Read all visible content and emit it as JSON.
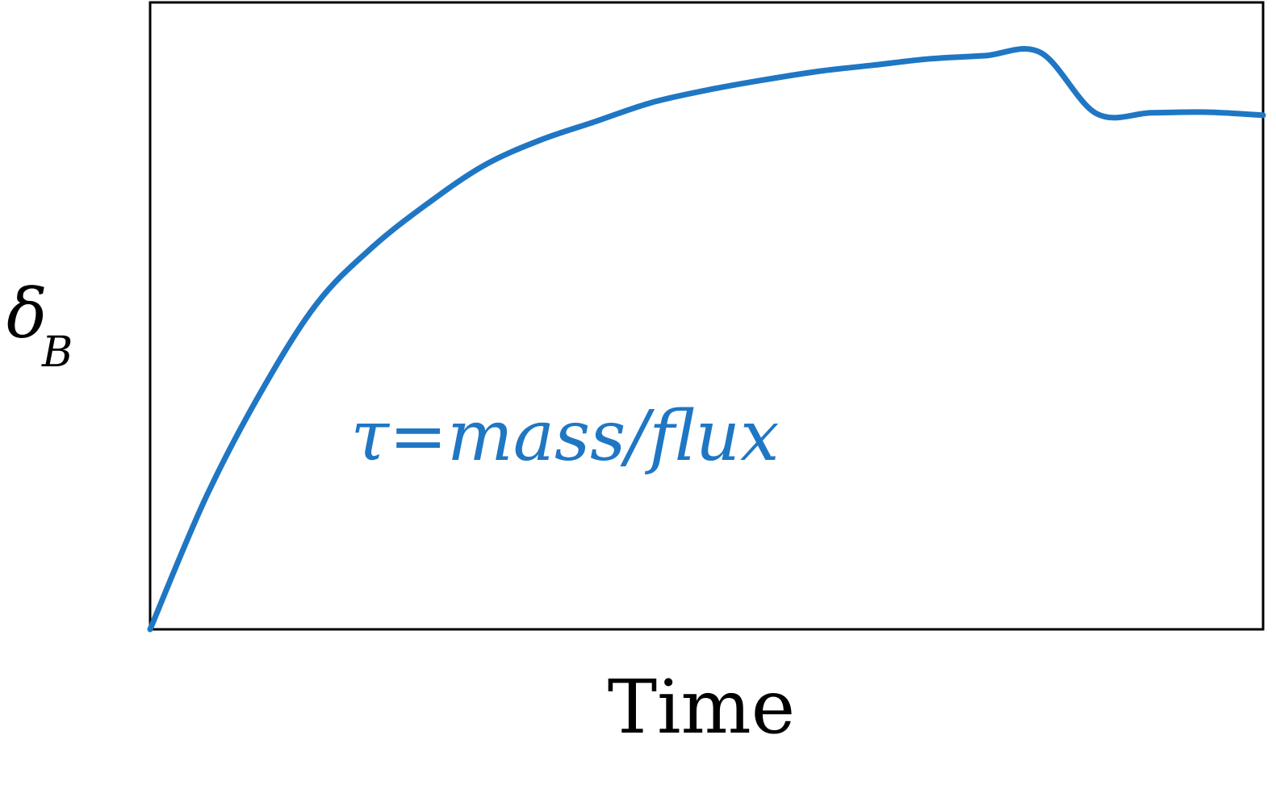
{
  "chart_data": {
    "type": "line",
    "title": "",
    "xlabel": "Time",
    "ylabel": {
      "symbol": "δ",
      "subscript": "B"
    },
    "annotation": "τ=mass/flux",
    "x_ticks": [],
    "y_ticks": [],
    "grid": false,
    "legend": "none",
    "xlim": [
      0,
      1
    ],
    "ylim": [
      0,
      1
    ],
    "series": [
      {
        "color": "#1f77c4",
        "x": [
          0.0,
          0.05,
          0.1,
          0.15,
          0.2,
          0.25,
          0.3,
          0.35,
          0.4,
          0.45,
          0.5,
          0.55,
          0.6,
          0.65,
          0.7,
          0.75,
          0.8,
          0.85,
          0.9,
          0.95,
          1.0
        ],
        "y": [
          0.0,
          0.21,
          0.38,
          0.52,
          0.61,
          0.68,
          0.74,
          0.78,
          0.81,
          0.84,
          0.86,
          0.876,
          0.89,
          0.9,
          0.91,
          0.915,
          0.92,
          0.823,
          0.824,
          0.825,
          0.82
        ]
      }
    ],
    "colors": {
      "line": "#1f77c4",
      "annotation": "#1f77c4",
      "frame": "#000000",
      "text": "#000000"
    }
  }
}
